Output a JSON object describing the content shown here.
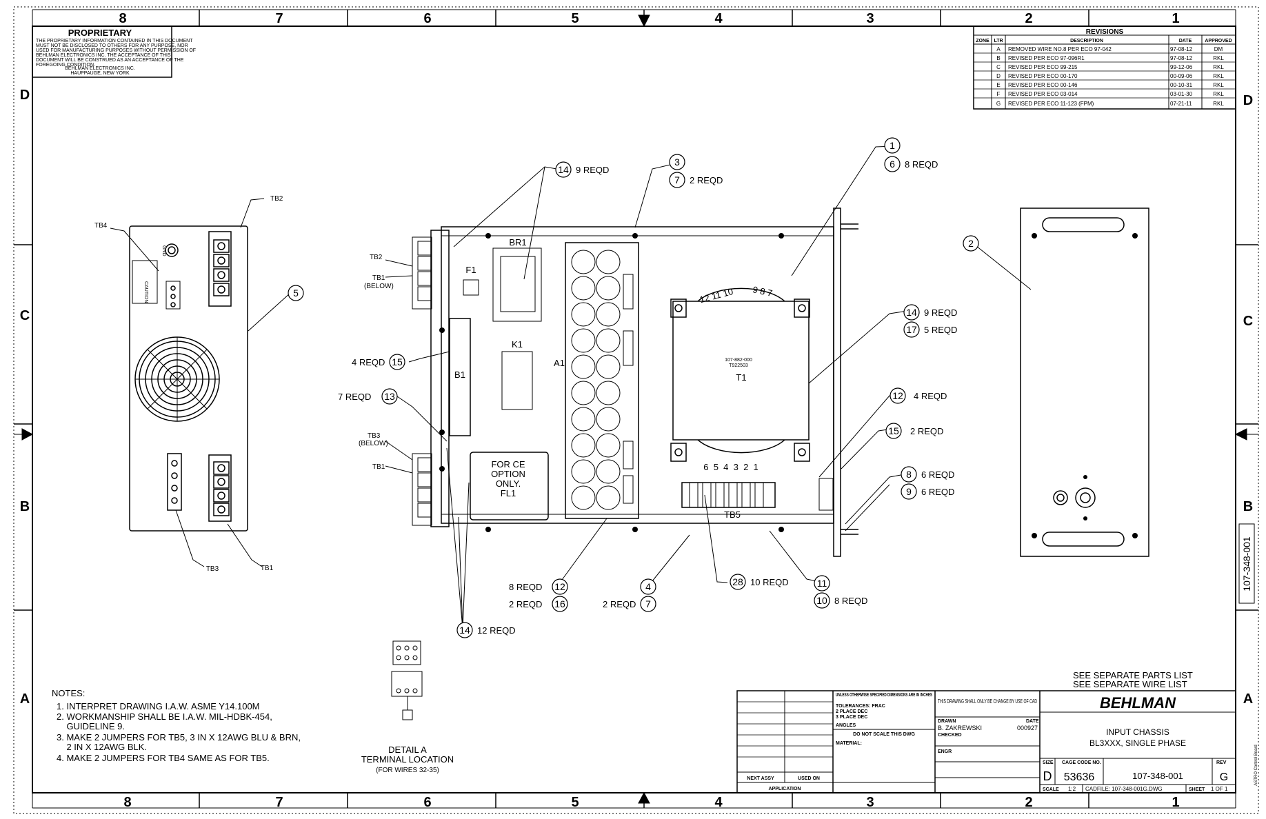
{
  "zones": {
    "columns": [
      "8",
      "7",
      "6",
      "5",
      "4",
      "3",
      "2",
      "1"
    ],
    "rows": [
      "D",
      "C",
      "B",
      "A"
    ]
  },
  "proprietary": {
    "title": "PROPRIETARY",
    "lines": [
      "THE PROPRIETARY INFORMATION CONTAINED IN THIS DOCUMENT",
      "MUST NOT BE DISCLOSED TO OTHERS FOR ANY PURPOSE, NOR",
      "USED FOR MANUFACTURING PURPOSES WITHOUT PERMISSION OF",
      "BEHLMAN ELECTRONICS INC. THE ACCEPTANCE OF THIS",
      "DOCUMENT WILL BE CONSTRUED AS AN ACCEPTANCE OF THE",
      "FOREGOING CONDITION."
    ],
    "company": "BEHLMAN ELECTRONICS INC.",
    "location": "HAUPPAUGE, NEW YORK"
  },
  "revisions": {
    "title": "REVISIONS",
    "headers": [
      "ZONE",
      "LTR",
      "DESCRIPTION",
      "DATE",
      "APPROVED"
    ],
    "rows": [
      {
        "zone": "",
        "ltr": "A",
        "desc": "REMOVED WIRE NO.8 PER ECO 97-042",
        "date": "97-08-12",
        "appr": "DM"
      },
      {
        "zone": "",
        "ltr": "B",
        "desc": "REVISED PER ECO 97-096R1",
        "date": "97-08-12",
        "appr": "RKL"
      },
      {
        "zone": "",
        "ltr": "C",
        "desc": "REVISED PER ECO 99-215",
        "date": "99-12-06",
        "appr": "RKL"
      },
      {
        "zone": "",
        "ltr": "D",
        "desc": "REVISED PER ECO 00-170",
        "date": "00-09-06",
        "appr": "RKL"
      },
      {
        "zone": "",
        "ltr": "E",
        "desc": "REVISED PER ECO 00-146",
        "date": "00-10-31",
        "appr": "RKL"
      },
      {
        "zone": "",
        "ltr": "F",
        "desc": "REVISED PER ECO 03-014",
        "date": "03-01-30",
        "appr": "RKL"
      },
      {
        "zone": "",
        "ltr": "G",
        "desc": "REVISED PER ECO 11-123      (FPM)",
        "date": "07-21-11",
        "appr": "RKL"
      }
    ]
  },
  "callouts": {
    "c14a": {
      "num": "14",
      "qty": "9 REQD"
    },
    "c3": {
      "num": "3"
    },
    "c7a": {
      "num": "7",
      "qty": "2 REQD"
    },
    "c1": {
      "num": "1"
    },
    "c6a": {
      "num": "6",
      "qty": "8 REQD"
    },
    "c2": {
      "num": "2"
    },
    "c5": {
      "num": "5"
    },
    "c15a": {
      "num": "15",
      "qty": "4 REQD"
    },
    "c13": {
      "num": "13",
      "qty": "7 REQD"
    },
    "c14b": {
      "num": "14",
      "qty": "9 REQD"
    },
    "c17": {
      "num": "17",
      "qty": "5 REQD"
    },
    "c12a": {
      "num": "12",
      "qty": "4 REQD"
    },
    "c15b": {
      "num": "15",
      "qty": "2 REQD"
    },
    "c8": {
      "num": "8",
      "qty": "6 REQD"
    },
    "c9": {
      "num": "9",
      "qty": "6 REQD"
    },
    "c12b": {
      "num": "12",
      "qty": "8 REQD"
    },
    "c16": {
      "num": "16",
      "qty": "2 REQD"
    },
    "c4": {
      "num": "4"
    },
    "c7b": {
      "num": "7",
      "qty": "2 REQD"
    },
    "c28": {
      "num": "28",
      "qty": "10 REQD"
    },
    "c11": {
      "num": "11"
    },
    "c10": {
      "num": "10",
      "qty": "8 REQD"
    },
    "c14c": {
      "num": "14",
      "qty": "12 REQD"
    }
  },
  "labels": {
    "tb2_left": "TB2",
    "tb4": "TB4",
    "tb3_left": "TB3",
    "tb1_left": "TB1",
    "tb2_main": "TB2",
    "tb1_below": "TB1",
    "below1": "(BELOW)",
    "tb3_main": "TB3",
    "below2": "(BELOW)",
    "tb1_main": "TB1",
    "br1": "BR1",
    "f1": "F1",
    "k1": "K1",
    "a1": "A1",
    "b1": "B1",
    "t1": "T1",
    "t1_part": "107-882-000",
    "t1_sub": "T922503",
    "tb5": "TB5",
    "fl1_lines": [
      "FOR CE",
      "OPTION",
      "ONLY.",
      "FL1"
    ],
    "t1_top_left": "12 11 10",
    "t1_top_right": "9 8 7",
    "tb5_pins": "6  5  4  3  2  1",
    "caution": "CAUTION",
    "gnd": "GND"
  },
  "detail": {
    "title": "DETAIL A",
    "sub": "TERMINAL LOCATION",
    "note": "(FOR WIRES 32-35)"
  },
  "notes": {
    "title": "NOTES:",
    "items": [
      "1. INTERPRET DRAWING I.A.W. ASME Y14.100M",
      "2. WORKMANSHIP SHALL BE I.A.W. MIL-HDBK-454,",
      "    GUIDELINE 9.",
      "3. MAKE 2 JUMPERS FOR TB5, 3 IN X 12AWG BLU & BRN,",
      "    2 IN X 12AWG BLK.",
      "4. MAKE 2 JUMPERS FOR TB4 SAME AS FOR TB5."
    ]
  },
  "see_lists": [
    "SEE SEPARATE PARTS LIST",
    "SEE SEPARATE WIRE LIST"
  ],
  "title_block": {
    "tolerances_head": "UNLESS OTHERWISE SPECIFIED DIMENSIONS ARE IN INCHES",
    "tolerances": "TOLERANCES: FRAC",
    "place2": "2 PLACE DEC",
    "place3": "3 PLACE DEC",
    "angles": "ANGLES",
    "do_not_scale": "DO NOT SCALE THIS DWG",
    "material": "MATERIAL:",
    "next_assy": "NEXT ASSY",
    "used_on": "USED ON",
    "application": "APPLICATION",
    "cad_note": "THIS DRAWING SHALL ONLY BE CHANGE BY USE OF CAD",
    "drawn_label": "DRAWN",
    "drawn_by": "B. ZAKREWSKI",
    "date_label": "DATE",
    "drawn_date": "000927",
    "checked": "CHECKED",
    "engr": "ENGR",
    "company": "BEHLMAN",
    "title1": "INPUT CHASSIS",
    "title2": "BL3XXX, SINGLE PHASE",
    "size_label": "SIZE",
    "size": "D",
    "cage_label": "CAGE CODE NO.",
    "cage": "53636",
    "dwg_no": "107-348-001",
    "rev_label": "REV",
    "rev": "G",
    "scale_label": "SCALE",
    "scale": "1:2",
    "cadfile": "CADFILE: 107-348-001G.DWG",
    "sheet_label": "SHEET",
    "sheet": "1 OF 1",
    "side_dwg": "107-348-001",
    "astro": "ASTRO Control Board"
  },
  "colors": {
    "ink": "#000000",
    "paper": "#ffffff"
  }
}
